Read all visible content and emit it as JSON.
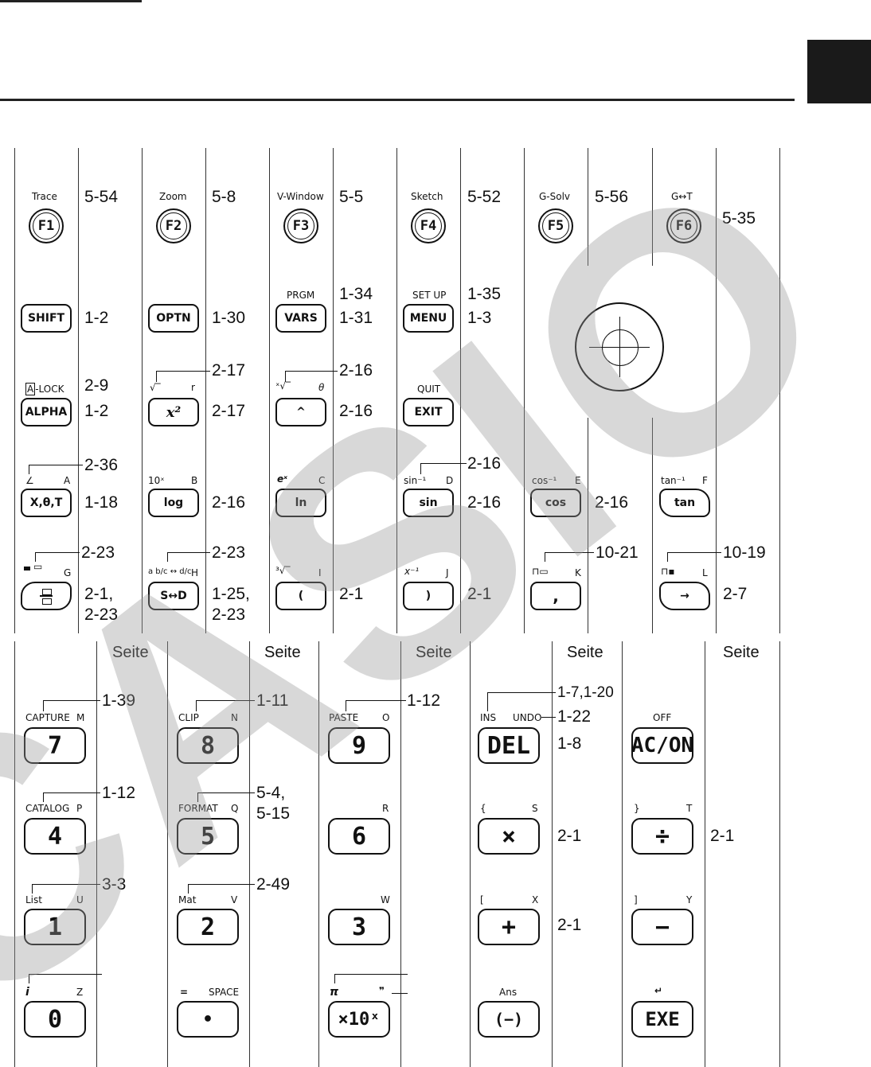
{
  "f_keys": [
    {
      "top": "Trace",
      "key": "F1",
      "ref": "5-54"
    },
    {
      "top": "Zoom",
      "key": "F2",
      "ref": "5-8"
    },
    {
      "top": "V-Window",
      "key": "F3",
      "ref": "5-5"
    },
    {
      "top": "Sketch",
      "key": "F4",
      "ref": "5-52"
    },
    {
      "top": "G-Solv",
      "key": "F5",
      "ref": "5-56"
    },
    {
      "top": "G↔T",
      "key": "F6",
      "ref": "5-35"
    }
  ],
  "row2": {
    "shift": {
      "key": "SHIFT",
      "ref": "1-2"
    },
    "optn": {
      "key": "OPTN",
      "ref": "1-30"
    },
    "vars": {
      "top": "PRGM",
      "key": "VARS",
      "ref_top": "1-34",
      "ref": "1-31"
    },
    "menu": {
      "top": "SET UP",
      "key": "MENU",
      "ref_top": "1-35",
      "ref": "1-3"
    }
  },
  "row3": {
    "alpha": {
      "top": "A-LOCK",
      "top_box": "A",
      "key": "ALPHA",
      "ref_top": "2-9",
      "ref": "1-2"
    },
    "x2": {
      "top_left": "√‾",
      "top_right": "r",
      "key": "x²",
      "ref_top": "2-17",
      "ref": "2-17"
    },
    "pow": {
      "top_left": "ˣ√‾",
      "top_right": "θ",
      "key": "^",
      "ref_top": "2-16",
      "ref": "2-16"
    },
    "exit": {
      "top": "QUIT",
      "key": "EXIT"
    }
  },
  "row4": {
    "xthetat": {
      "top_left": "∠",
      "top_right": "A",
      "key": "X,θ,T",
      "ref_top": "2-36",
      "ref": "1-18"
    },
    "log": {
      "top_left": "10ˣ",
      "top_right": "B",
      "key": "log",
      "ref": "2-16"
    },
    "ln": {
      "top_left": "eˣ",
      "top_right": "C",
      "key": "ln"
    },
    "sin": {
      "top_left": "sin⁻¹",
      "top_right": "D",
      "key": "sin",
      "ref_top": "2-16",
      "ref": "2-16"
    },
    "cos": {
      "top_left": "cos⁻¹",
      "top_right": "E",
      "key": "cos",
      "ref": "2-16"
    },
    "tan": {
      "top_left": "tan⁻¹",
      "top_right": "F",
      "key": "tan"
    }
  },
  "row5": {
    "frac": {
      "top_right": "G",
      "ref_top": "2-23",
      "ref": "2-1,\n2-23"
    },
    "sd": {
      "top_left": "a b/c ↔ d/c",
      "top_right": "H",
      "key": "S↔D",
      "ref_top": "2-23",
      "ref": "1-25,\n2-23"
    },
    "lparen": {
      "top_left": "³√‾",
      "top_right": "I",
      "key": "(",
      "ref": "2-1"
    },
    "rparen": {
      "top_left": "x⁻¹",
      "top_right": "J",
      "key": ")",
      "ref": "2-1"
    },
    "comma": {
      "top_right": "K",
      "key": ",",
      "ref_top": "10-21"
    },
    "arrow": {
      "top_right": "L",
      "key": "→",
      "ref_top": "10-19",
      "ref": "2-7"
    }
  },
  "seite_label": "Seite",
  "num_keys": {
    "k7": {
      "top_left": "CAPTURE",
      "top_right": "M",
      "key": "7",
      "ref_top": "1-39"
    },
    "k8": {
      "top_left": "CLIP",
      "top_right": "N",
      "key": "8",
      "ref_top": "1-11"
    },
    "k9": {
      "top_left": "PASTE",
      "top_right": "O",
      "key": "9",
      "ref_top": "1-12"
    },
    "del": {
      "top_left": "INS",
      "top_right": "UNDO",
      "key": "DEL",
      "ref_top1": "1-7,1-20",
      "ref_top2": "1-22",
      "ref": "1-8"
    },
    "ac": {
      "top": "OFF",
      "key": "AC/ON"
    },
    "k4": {
      "top_left": "CATALOG",
      "top_right": "P",
      "key": "4",
      "ref_top": "1-12"
    },
    "k5": {
      "top_left": "FORMAT",
      "top_right": "Q",
      "key": "5",
      "ref_top": "5-4,\n5-15"
    },
    "k6": {
      "top_right": "R",
      "key": "6"
    },
    "mul": {
      "top_left": "{",
      "top_right": "S",
      "key": "×",
      "ref": "2-1"
    },
    "div": {
      "top_left": "}",
      "top_right": "T",
      "key": "÷",
      "ref": "2-1"
    },
    "k1": {
      "top_left": "List",
      "top_right": "U",
      "key": "1",
      "ref_top": "3-3"
    },
    "k2": {
      "top_left": "Mat",
      "top_right": "V",
      "key": "2",
      "ref_top": "2-49"
    },
    "k3": {
      "top_right": "W",
      "key": "3"
    },
    "add": {
      "top_left": "[",
      "top_right": "X",
      "key": "+",
      "ref": "2-1"
    },
    "sub": {
      "top_left": "]",
      "top_right": "Y",
      "key": "−"
    },
    "k0": {
      "top_left": "i",
      "top_right": "Z",
      "key": "0"
    },
    "dot": {
      "top_left": "=",
      "top_right": "SPACE",
      "key": "•"
    },
    "exp": {
      "top_left": "π",
      "top_right": "❞",
      "key": "×10ˣ"
    },
    "neg": {
      "top": "Ans",
      "key": "(−)"
    },
    "exe": {
      "top": "↵",
      "key": "EXE"
    }
  },
  "watermark": "CASIO"
}
